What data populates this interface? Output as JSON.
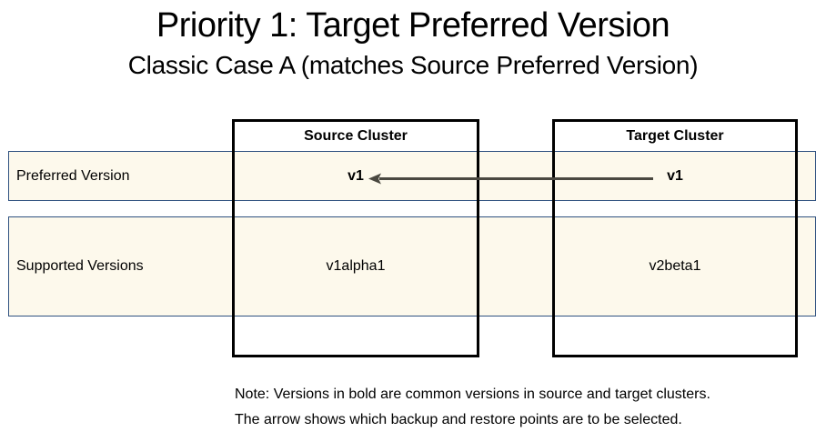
{
  "slide": {
    "title": "Priority 1: Target Preferred Version",
    "subtitle": "Classic Case A (matches Source Preferred Version)"
  },
  "rows": {
    "preferred": {
      "label": "Preferred Version"
    },
    "supported": {
      "label": "Supported Versions"
    }
  },
  "clusters": {
    "source": {
      "label": "Source Cluster",
      "preferred_version": "v1",
      "supported_version": "v1alpha1"
    },
    "target": {
      "label": "Target Cluster",
      "preferred_version": "v1",
      "supported_version": "v2beta1"
    }
  },
  "arrow": {
    "icon": "left-arrow-icon",
    "direction": "target-to-source",
    "from": "Target Cluster v1",
    "to": "Source Cluster v1"
  },
  "note": {
    "line1": "Note: Versions in bold are common versions in source and target clusters.",
    "line2": "The arrow shows which backup and restore points are to be selected."
  },
  "colors": {
    "row_fill": "#FDF9EC",
    "row_border": "#2F5180",
    "box_border": "#000000",
    "arrow": "#4A4840",
    "text": "#000000",
    "background": "#FFFFFF"
  }
}
